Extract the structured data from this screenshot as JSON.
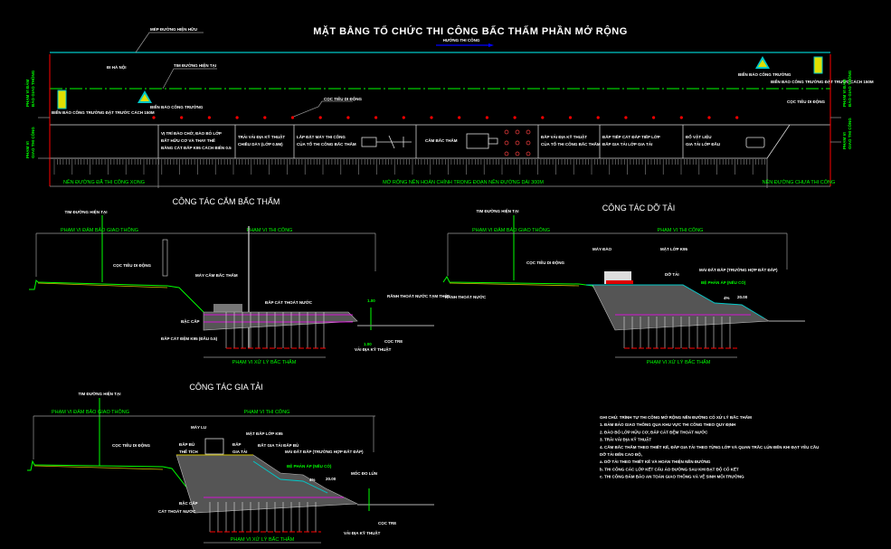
{
  "plan": {
    "title": "MẶT BẰNG TỔ CHỨC THI CÔNG BẤC THẤM PHẦN MỞ RỘNG",
    "direction": "HƯỚNG THI CÔNG",
    "label_edge": "MÉP ĐƯỜNG HIỆN HỮU",
    "label_center": "TIM ĐƯỜNG HIỆN TẠI",
    "label_hanoi": "ĐI HÀ NỘI",
    "label_sign_left": "BIỂN BÁO CÔNG TRƯỜNG",
    "label_sign_right": "BIỂN BÁO CÔNG TRƯỜNG",
    "label_barrier_left": "BIỂN BÁO CÔNG TRƯỜNG ĐẶT TRƯỚC CÁCH 150M",
    "label_barrier_right": "BIỂN BÁO CÔNG TRƯỜNG ĐẶT TRƯỚC CÁCH 150M",
    "label_cones": "CỌC TIÊU DI ĐỘNG",
    "label_right_end": "CỌC TIÊU DI ĐỘNG",
    "left_side": [
      "PHẠM VI ĐẢM",
      "BẢO GIAO THÔNG",
      "PHẠM VI",
      "GIAO THI CÔNG"
    ],
    "right_side": [
      "PHẠM VI ĐẢM",
      "BẢO GIAO THÔNG",
      "PHẠM VI",
      "GIAO THI CÔNG"
    ],
    "cells": [
      [
        "VỊ TRÍ ĐÀO CHỜ, ĐÀO BỎ LỚP",
        "ĐẤT HỮU CƠ VÀ THAY THẾ",
        "BẰNG CÁT ĐẮP K95 CÁCH BIÊN 0.5"
      ],
      [
        "TRẢI VẢI ĐỊA KỸ THUẬT",
        "CHIỀU DÀY (LỚP 0.5M)"
      ],
      [
        "LẮP ĐẶT MÁY THI CÔNG",
        "CỦA TỔ THI CÔNG BẤC THẤM"
      ],
      [
        "CẮM BẤC THẤM"
      ],
      [
        "ĐẮP VẢI ĐỊA KỸ THUẬT",
        "CỦA TỔ THI CÔNG BẤC THẤM"
      ],
      [
        "ĐẮP TIẾP CÁT ĐẮP TIẾP LỚP",
        "ĐẮP GIA TẢI LỚP GIA TẢI"
      ],
      [
        "ĐỔ VẬT LIỆU",
        "GIA TẢI LỚP ĐẦU"
      ]
    ],
    "dim_done": "NỀN ĐƯỜNG ĐÃ THI CÔNG XONG",
    "dim_widen": "MỞ RỘNG NỀN HOÀN CHỈNH TRONG ĐOẠN NỀN ĐƯỜNG DÀI 300M",
    "dim_pending": "NỀN ĐƯỜNG CHƯA THI CÔNG"
  },
  "section1": {
    "title": "CÔNG TÁC CẮM BẤC THẤM",
    "center": "TIM ĐƯỜNG HIỆN TẠI",
    "traffic": "PHẠM VI ĐẢM BẢO GIAO THÔNG",
    "construction": "PHẠM VI THI CÔNG",
    "cone": "CỌC TIÊU DI ĐỘNG",
    "machine": "MÁY CẮM BẤC THẤM",
    "sand": "ĐẮP CÁT THOÁT NƯỚC",
    "ditch": "RÃNH THOÁT NƯỚC TẠM THỜI",
    "step": "BẬC CẤP",
    "fill": "ĐẮP CÁT ĐỆM K95 (ĐẦU 0.5)",
    "fabric": "VẢI ĐỊA KỸ THUẬT",
    "pile": "CỌC TRE",
    "dim_a": "1.00",
    "dim_b": "1.00",
    "range": "PHẠM VI XỬ LÝ BẤC THẤM"
  },
  "section2": {
    "title": "CÔNG TÁC DỠ TẢI",
    "center": "TIM ĐƯỜNG HIỆN TẠI",
    "traffic": "PHẠM VI ĐẢM BẢO GIAO THÔNG",
    "construction": "PHẠM VI THI CÔNG",
    "cone": "CỌC TIÊU DI ĐỘNG",
    "excavator": "MÁY ĐÀO",
    "layer": "MẶT LỚP K95",
    "unload": "DỠ TẢI",
    "slope": "MÁI ĐẤT ĐẮP (TRƯỜNG HỢP ĐẤT ĐẮP)",
    "berm": "BỆ PHẢN ÁP (NẾU CÓ)",
    "dim": "20.00",
    "pct": "4%",
    "drain_note": "RÃNH THOÁT NƯỚC",
    "range": "PHẠM VI XỬ LÝ BẤC THẤM"
  },
  "section3": {
    "title": "CÔNG TÁC GIA TẢI",
    "center": "TIM ĐƯỜNG HIỆN TẠI",
    "traffic": "PHẠM VI ĐẢM BẢO GIAO THÔNG",
    "construction": "PHẠM VI THI CÔNG",
    "cone": "CỌC TIÊU DI ĐỘNG",
    "roller": "MÁY LU",
    "layer_top": "MẶT ĐẮP LỚP K95",
    "surcharge": "ĐẤT GIA TẢI ĐẮP BÙ",
    "slope": "MÁI ĐẤT ĐẮP (TRƯỜNG HỢP ĐẤT ĐẮP)",
    "berm": "BỆ PHẢN ÁP (NẾU CÓ)",
    "left_a": "ĐẮP BÙ",
    "left_b": "THỂ TÍCH",
    "right_a": "ĐẮP",
    "right_b": "GIA TẢI",
    "step": "BẬC CẤP",
    "sand": "CÁT THOÁT NƯỚC",
    "plate": "MỐC ĐO LÚN",
    "pile": "CỌC TRE",
    "fabric": "VẢI ĐỊA KỸ THUẬT",
    "dim": "20.00",
    "pct": "4%",
    "range": "PHẠM VI XỬ LÝ BẤC THẤM"
  },
  "notes": [
    "GHI CHÚ: TRÌNH TỰ THI CÔNG MỞ RỘNG NỀN ĐƯỜNG CÓ XỬ LÝ BẤC THẤM",
    "1. ĐẢM BẢO GIAO THÔNG QUA KHU VỰC THI CÔNG THEO QUY ĐỊNH",
    "2. ĐÀO BỎ LỚP HỮU CƠ, ĐẮP CÁT ĐỆM THOÁT NƯỚC",
    "3. TRẢI VẢI ĐỊA KỸ THUẬT",
    "4. CẮM BẤC THẤM THEO THIẾT KẾ, ĐẮP GIA TẢI THEO TỪNG LỚP VÀ QUAN TRẮC LÚN ĐẾN KHI ĐẠT YÊU CẦU",
    "   DỠ TẢI ĐẾN CAO ĐỘ,",
    "a. DỠ TẢI THEO THIẾT KẾ VÀ HOÀN THIỆN NỀN ĐƯỜNG",
    "b. THI CÔNG CÁC LỚP KẾT CẤU ÁO ĐƯỜNG SAU KHI ĐẠT ĐỘ CỐ KẾT",
    "c. THI CÔNG ĐẢM BẢO AN TOÀN GIAO THÔNG VÀ VỆ SINH MÔI TRƯỜNG"
  ],
  "colors": {
    "green": "#00ff00",
    "cyan": "#00c8c8",
    "red": "#ff0000",
    "magenta": "#ff00ff",
    "blue": "#0000ff",
    "white": "#ffffff"
  }
}
